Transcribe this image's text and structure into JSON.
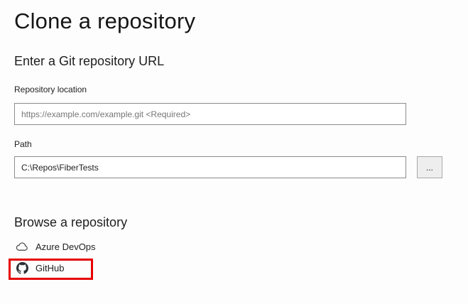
{
  "page": {
    "title": "Clone a repository",
    "background_color": "#fdfdfd"
  },
  "url_section": {
    "heading": "Enter a Git repository URL",
    "repository_location": {
      "label": "Repository location",
      "value": "",
      "placeholder": "https://example.com/example.git <Required>"
    },
    "path": {
      "label": "Path",
      "value": "C:\\Repos\\FiberTests",
      "placeholder": ""
    },
    "browse_button_label": "..."
  },
  "browse_section": {
    "heading": "Browse a repository",
    "items": [
      {
        "label": "Azure DevOps",
        "icon": "cloud-icon",
        "highlighted": false
      },
      {
        "label": "GitHub",
        "icon": "github-icon",
        "highlighted": true
      }
    ],
    "annotation": {
      "shape": "rectangle",
      "color": "#e60000",
      "target": "GitHub"
    }
  }
}
